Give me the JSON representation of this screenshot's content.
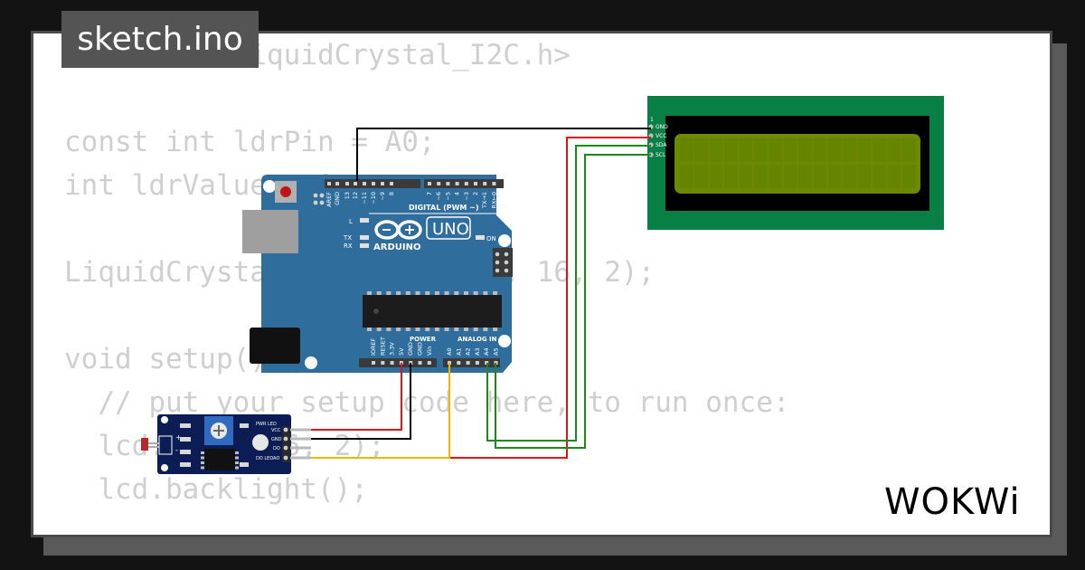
{
  "tab": {
    "title": "sketch.ino"
  },
  "code_lines": [
    "#include <LiquidCrystal_I2C.h>",
    "",
    "const int ldrPin = A0;",
    "int ldrValue = 0;",
    "",
    "LiquidCrystal_I2C lcd(0x27, 16, 2);",
    "",
    "void setup() {",
    "  // put your setup code here, to run once:",
    "  lcd.begin(16, 2);",
    "  lcd.backlight();"
  ],
  "arduino": {
    "brand": "ARDUINO",
    "model": "UNO",
    "digital_label": "DIGITAL (PWM ~)",
    "power_label": "POWER",
    "analog_label": "ANALOG IN",
    "on_label": "ON",
    "led_l": "L",
    "led_tx": "TX",
    "led_rx": "RX",
    "top_pins": [
      "AREF",
      "GND",
      "13",
      "12",
      "~11",
      "~10",
      "~9",
      "8",
      "7",
      "~6",
      "~5",
      "4",
      "~3",
      "2",
      "TX→1",
      "RX←0"
    ],
    "power_pins": [
      "IOREF",
      "RESET",
      "3.3V",
      "5V",
      "GND",
      "GND",
      "Vin"
    ],
    "analog_pins": [
      "A0",
      "A1",
      "A2",
      "A3",
      "A4",
      "A5"
    ]
  },
  "lcd": {
    "pins": [
      "GND",
      "VCC",
      "SDA",
      "SCL"
    ],
    "pin_marker": "1"
  },
  "sensor": {
    "pins": [
      "VCC",
      "GND",
      "DO",
      "AO"
    ],
    "pwr_led": "PWR LED",
    "do_led": "DO LED",
    "plus": "+",
    "minus": "-"
  },
  "logo": {
    "text": "WOKWi"
  },
  "colors": {
    "board": "#2f6d9c",
    "lcd_pcb": "#087f44",
    "lcd_screen": "#6b8a00",
    "wire_red": "#e2141b",
    "wire_black": "#000000",
    "wire_green": "#1a8a1a",
    "wire_yellow": "#f4b400"
  }
}
